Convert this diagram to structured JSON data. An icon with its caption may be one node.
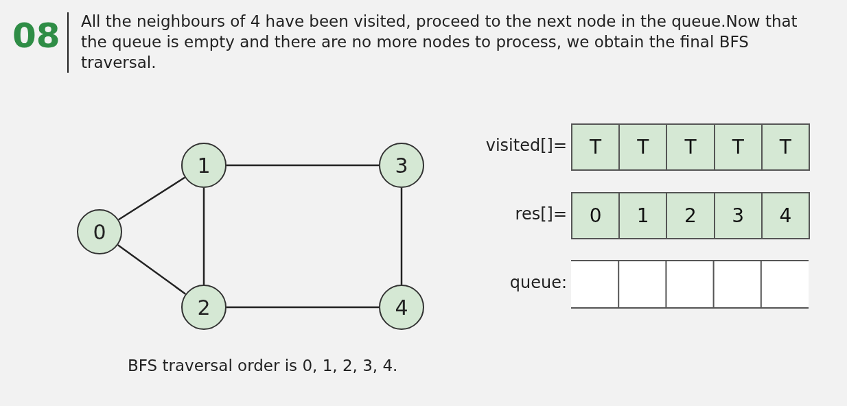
{
  "diagram": {
    "caption": "BFS traversal order is 0, 1, 2, 3, 4.",
    "nodes": [
      {
        "text": [
          "0"
        ]
      },
      {
        "text": [
          "1"
        ]
      },
      {
        "text": [
          "2"
        ]
      },
      {
        "text": [
          "3"
        ]
      },
      {
        "text": [
          "4"
        ]
      }
    ],
    "edges": [
      {
        "from": 0,
        "to": 1,
        "arrow": "none"
      },
      {
        "from": 0,
        "to": 2,
        "arrow": "none"
      },
      {
        "from": 1,
        "to": 3,
        "arrow": "none"
      },
      {
        "from": 1,
        "to": 2,
        "arrow": "none"
      },
      {
        "from": 2,
        "to": 4,
        "arrow": "none"
      },
      {
        "from": 3,
        "to": 4,
        "arrow": "none"
      }
    ],
    "labels": [
      "08",
      "All the neighbours of 4 have been visited, proceed to the next  node in the queue.Now that the queue is empty and there are no more nodes to process, we obtain the final BFS traversal.",
      "visited[]=",
      "T",
      "T",
      "T",
      "T",
      "T",
      "res[]=",
      "0",
      "1",
      "2",
      "3",
      "4",
      "queue:"
    ]
  }
}
